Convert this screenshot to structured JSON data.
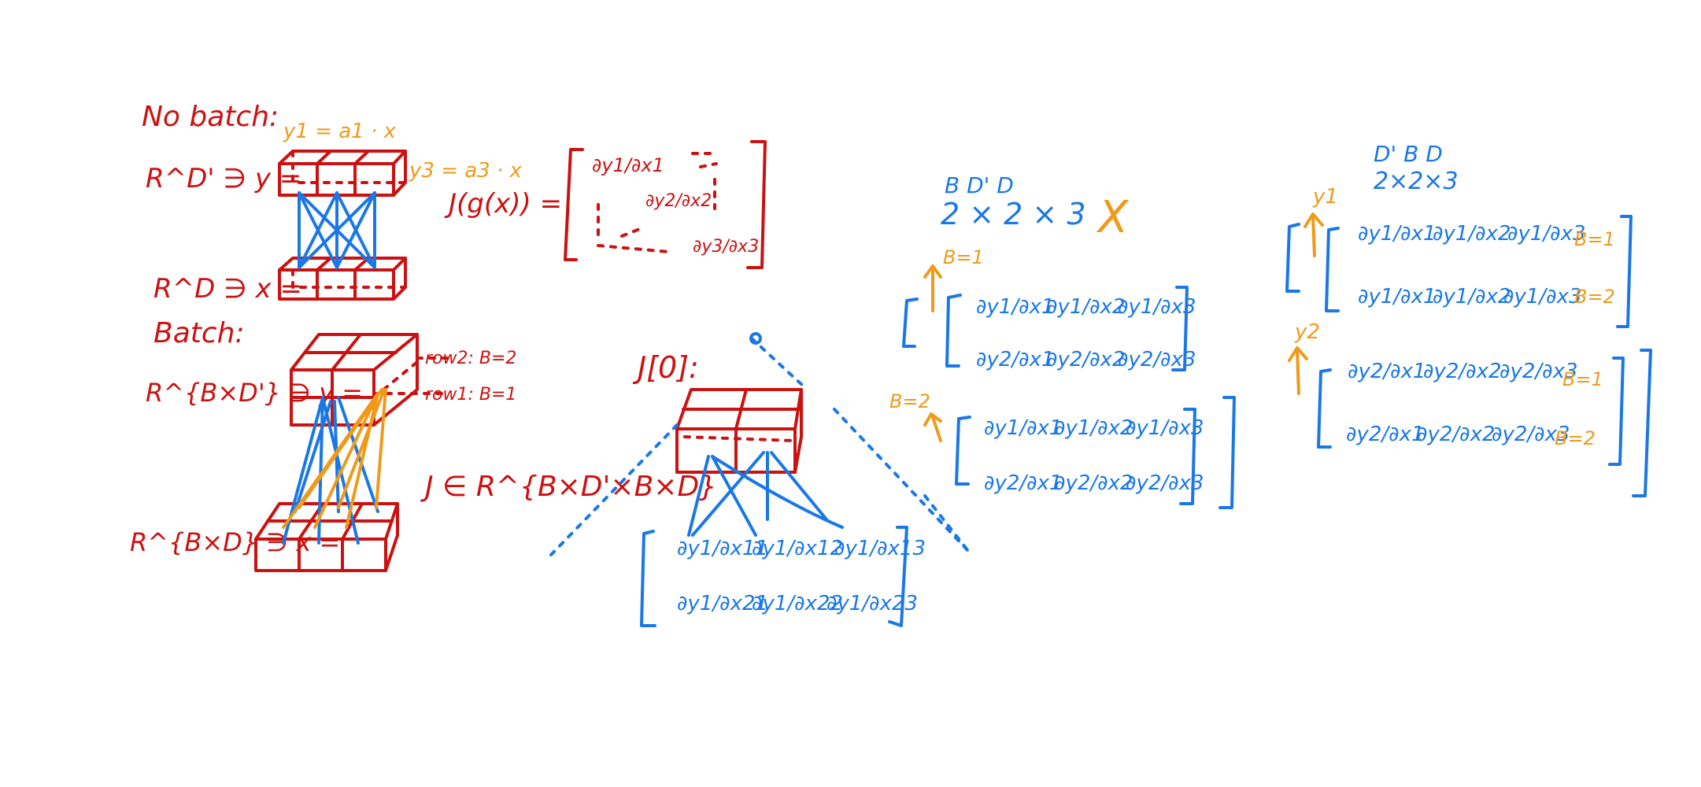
{
  "colors": {
    "red": "#cc1111",
    "blue": "#1a78e6",
    "orange": "#f09a1a"
  },
  "left": {
    "no_batch_label": "No batch:",
    "y1_label": "y1 = a1 · x",
    "y3_label": "y3 = a3 · x",
    "ry_label": "R^D' ∋ y =",
    "rx_label": "R^D ∋ x =",
    "jacobian_label": "J(g(x)) =",
    "diag_1": "∂y1/∂x1",
    "diag_2": "∂y2/∂x2",
    "diag_3": "∂y3/∂x3",
    "batch_label": "Batch:",
    "rby_label": "R^{B×D'} ∋ y =",
    "rbx_label": "R^{B×D} ∋ x =",
    "row2_label": "row2: B=2",
    "row1_label": "row1: B=1",
    "j_space_label": "J ∈ R^{B×D'×B×D}"
  },
  "middle": {
    "j0_label": "J[0]:",
    "m11": "∂y1/∂x11",
    "m12": "∂y1/∂x12",
    "m13": "∂y1/∂x13",
    "m21": "∂y1/∂x21",
    "m22": "∂y1/∂x22",
    "m23": "∂y1/∂x23"
  },
  "right1": {
    "dims_top": "B  D'  D",
    "dims_bottom": "2 × 2 × 3",
    "cross": "X",
    "b1": "B=1",
    "b2": "B=2",
    "block1": [
      [
        "∂y1/∂x1",
        "∂y1/∂x2",
        "∂y1/∂x3"
      ],
      [
        "∂y2/∂x1",
        "∂y2/∂x2",
        "∂y2/∂x3"
      ]
    ],
    "block2": [
      [
        "∂y1/∂x1",
        "∂y1/∂x2",
        "∂y1/∂x3"
      ],
      [
        "∂y2/∂x1",
        "∂y2/∂x2",
        "∂y2/∂x3"
      ]
    ]
  },
  "right2": {
    "dims_top": "D'  B  D",
    "dims_bottom": "2×2×3",
    "y1": "y1",
    "y2": "y2",
    "b1a": "B=1",
    "b2a": "B=2",
    "b1b": "B=1",
    "b2b": "B=2",
    "block1": [
      [
        "∂y1/∂x1",
        "∂y1/∂x2",
        "∂y1/∂x3"
      ],
      [
        "∂y1/∂x1",
        "∂y1/∂x2",
        "∂y1/∂x3"
      ]
    ],
    "block2": [
      [
        "∂y2/∂x1",
        "∂y2/∂x2",
        "∂y2/∂x3"
      ],
      [
        "∂y2/∂x1",
        "∂y2/∂x2",
        "∂y2/∂x3"
      ]
    ]
  }
}
